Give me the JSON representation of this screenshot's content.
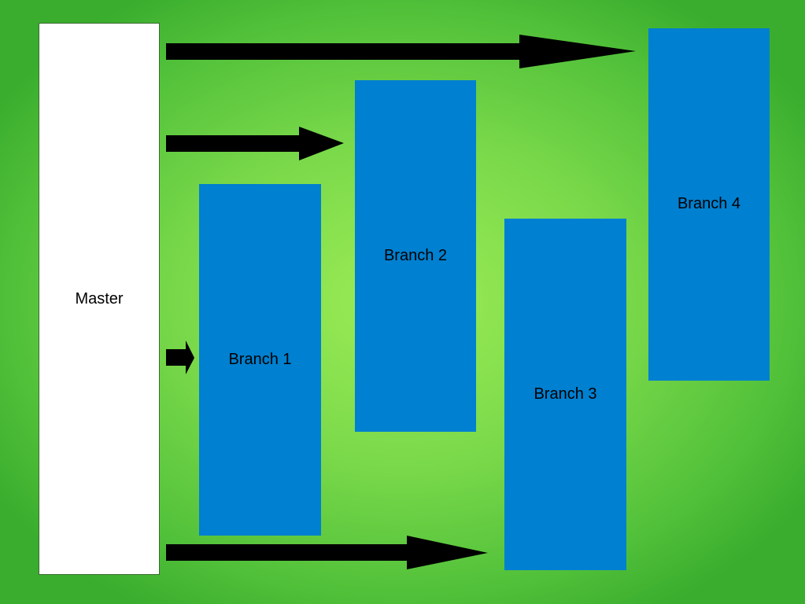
{
  "colors": {
    "master_fill": "#ffffff",
    "branch_fill": "#0080d0",
    "arrow": "#000000",
    "background_center": "#9cec55",
    "background_edge": "#3aad2e"
  },
  "master": {
    "label": "Master"
  },
  "branches": [
    {
      "label": "Branch 1"
    },
    {
      "label": "Branch 2"
    },
    {
      "label": "Branch 3"
    },
    {
      "label": "Branch 4"
    }
  ]
}
